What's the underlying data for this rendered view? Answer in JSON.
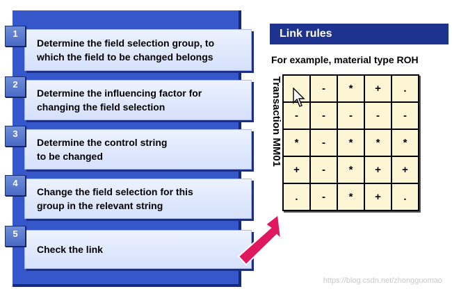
{
  "steps": [
    {
      "number": "1",
      "text": "Determine the field selection group, to\nwhich the field to be changed belongs"
    },
    {
      "number": "2",
      "text": "Determine the influencing factor for\nchanging the field selection"
    },
    {
      "number": "3",
      "text": "Determine the control string\nto be changed"
    },
    {
      "number": "4",
      "text": "Change the field selection for this\ngroup in the relevant string"
    },
    {
      "number": "5",
      "text": "Check the link"
    }
  ],
  "link_rules": {
    "title": "Link rules",
    "example": "For example, material type ROH",
    "vertical_label": "Transaction MM01",
    "grid": [
      [
        "",
        "-",
        "*",
        "+",
        "."
      ],
      [
        "-",
        "-",
        "-",
        "-",
        "-"
      ],
      [
        "*",
        "-",
        "*",
        "*",
        "*"
      ],
      [
        "+",
        "-",
        "*",
        "+",
        "+"
      ],
      [
        ".",
        "-",
        "*",
        "+",
        "."
      ]
    ]
  },
  "icons": {
    "cursor": "mouse-pointer-icon",
    "arrow": "pink-arrow-icon"
  },
  "colors": {
    "panel": "#3557c9",
    "title_bar": "#1d338f",
    "cell_bg": "#fdf6d4",
    "arrow": "#e0185f"
  },
  "watermark": "https://blog.csdn.net/zhongguomao"
}
